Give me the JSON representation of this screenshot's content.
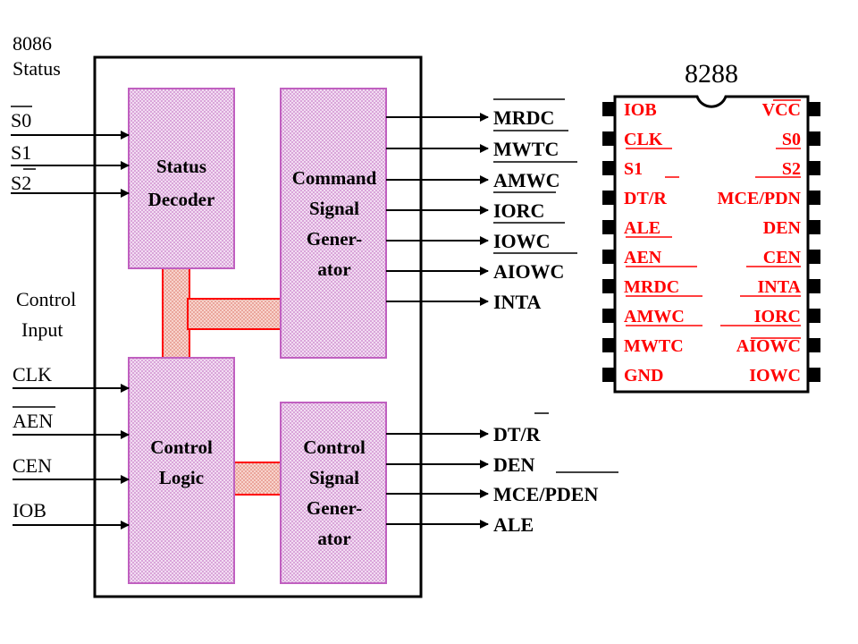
{
  "colors": {
    "block_fill": "#e8bfe8",
    "bus_fill": "#f3b8b0",
    "bus_edge": "#ff0000",
    "chip_text": "#ff0000",
    "line": "#000000"
  },
  "left_header": [
    "8086",
    "Status"
  ],
  "status_inputs": [
    "S0",
    "S1",
    "S2"
  ],
  "control_input_header": [
    "Control",
    "Input"
  ],
  "control_inputs": [
    "CLK",
    "AEN",
    "CEN",
    "IOB"
  ],
  "blocks": {
    "status_decoder": [
      "Status",
      "Decoder"
    ],
    "command_signal_generator": [
      "Command",
      "Signal",
      "Gener-",
      "ator"
    ],
    "control_logic": [
      "Control",
      "Logic"
    ],
    "control_signal_generator": [
      "Control",
      "Signal",
      "Gener-",
      "ator"
    ]
  },
  "command_outputs": [
    "MRDC",
    "MWTC",
    "AMWC",
    "IORC",
    "IOWC",
    "AIOWC",
    "INTA"
  ],
  "control_outputs": [
    "DT/R",
    "DEN",
    "MCE/PDEN",
    "ALE"
  ],
  "chip": {
    "name": "8288",
    "left_pins": [
      "IOB",
      "CLK",
      "S1",
      "DT/R",
      "ALE",
      "AEN",
      "MRDC",
      "AMWC",
      "MWTC",
      "GND"
    ],
    "right_pins": [
      "VCC",
      "S0",
      "S2",
      "MCE/PDN",
      "DEN",
      "CEN",
      "INTA",
      "IORC",
      "AIOWC",
      "IOWC"
    ]
  }
}
